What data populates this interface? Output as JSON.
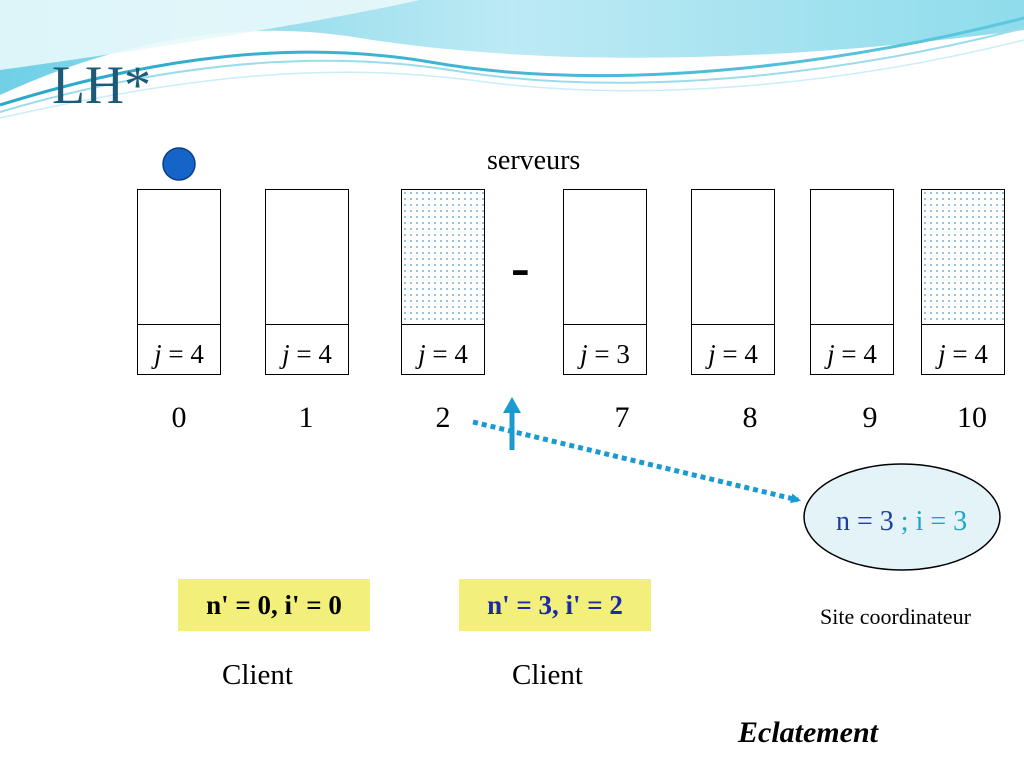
{
  "slide": {
    "title": "LH*",
    "section_label": "Eclatement"
  },
  "servers": {
    "label": "serveurs",
    "gap_marker": "-",
    "buckets": [
      {
        "number": "0",
        "j_var": "j",
        "j_rest": " = 4",
        "highlighted": false
      },
      {
        "number": "1",
        "j_var": "j",
        "j_rest": " = 4",
        "highlighted": false
      },
      {
        "number": "2",
        "j_var": "j",
        "j_rest": " = 4",
        "highlighted": true
      },
      {
        "number": "7",
        "j_var": "j",
        "j_rest": " = 3",
        "highlighted": false
      },
      {
        "number": "8",
        "j_var": "j",
        "j_rest": " = 4",
        "highlighted": false
      },
      {
        "number": "9",
        "j_var": "j",
        "j_rest": " = 4",
        "highlighted": false
      },
      {
        "number": "10",
        "j_var": "j",
        "j_rest": " = 4",
        "highlighted": true
      }
    ]
  },
  "coordinator": {
    "state_n": "n = 3",
    "separator": " ; ",
    "state_i": "i = 3",
    "label": "Site coordinateur"
  },
  "clients": [
    {
      "state": "n' = 0, i' = 0",
      "label": "Client"
    },
    {
      "state": "n' = 3, i' = 2",
      "label": "Client"
    }
  ],
  "colors": {
    "title": "#1d5a78",
    "token": "#1565c8",
    "arrow": "#1a9ad0",
    "client_box": "#f2f07a",
    "coord_fill": "#e3f3f8"
  }
}
